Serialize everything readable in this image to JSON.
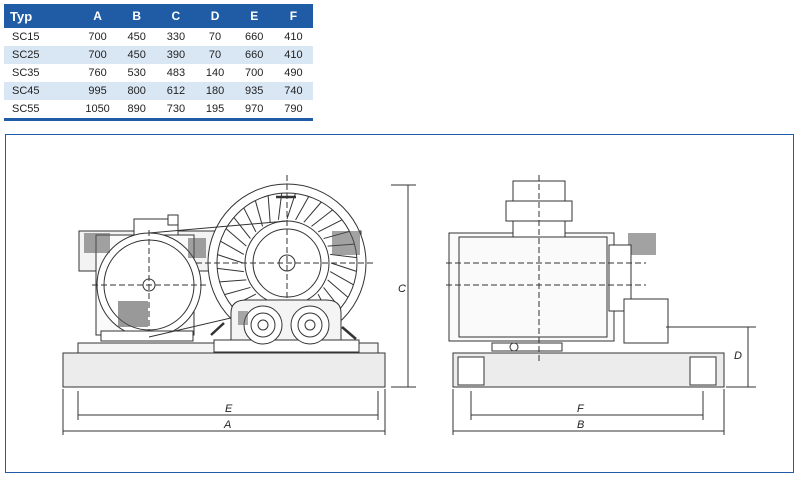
{
  "table": {
    "headers": [
      "Typ",
      "A",
      "B",
      "C",
      "D",
      "E",
      "F"
    ],
    "rows": [
      [
        "SC15",
        "700",
        "450",
        "330",
        "70",
        "660",
        "410"
      ],
      [
        "SC25",
        "700",
        "450",
        "390",
        "70",
        "660",
        "410"
      ],
      [
        "SC35",
        "760",
        "530",
        "483",
        "140",
        "700",
        "490"
      ],
      [
        "SC45",
        "995",
        "800",
        "612",
        "180",
        "935",
        "740"
      ],
      [
        "SC55",
        "1050",
        "890",
        "730",
        "195",
        "970",
        "790"
      ]
    ]
  },
  "drawing": {
    "labels": {
      "A": "A",
      "B": "B",
      "C": "C",
      "D": "D",
      "E": "E",
      "F": "F"
    }
  },
  "colors": {
    "header_bg": "#1f5ca5",
    "row_alt": "#d9e6f4"
  }
}
